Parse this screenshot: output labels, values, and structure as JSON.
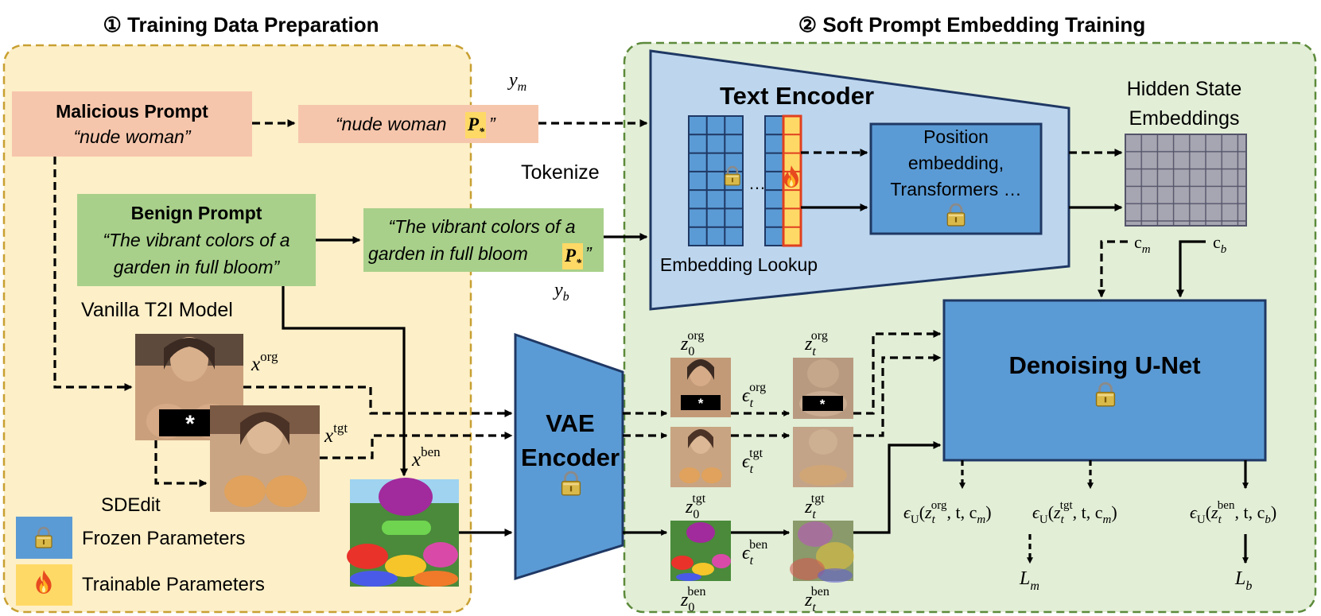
{
  "sections": {
    "left_title": "① Training Data Preparation",
    "right_title": "② Soft Prompt Embedding Training"
  },
  "prompts": {
    "malicious_title": "Malicious Prompt",
    "malicious_text": "“nude woman”",
    "malicious_soft": "“nude woman",
    "benign_title": "Benign Prompt",
    "benign_lines": [
      "“The vibrant colors of a",
      "garden in full bloom”"
    ],
    "benign_soft_lines": [
      "“The vibrant colors of a",
      "garden in full bloom"
    ],
    "soft_token": "P",
    "soft_token_sub": "*",
    "close_quote": "”"
  },
  "labels": {
    "tokenize": "Tokenize",
    "vanilla_model": "Vanilla T2I Model",
    "sdedit": "SDEdit",
    "text_encoder": "Text Encoder",
    "embedding_lookup": "Embedding Lookup",
    "ellipsis": "…",
    "position_lines": [
      "Position",
      "embedding,",
      "Transformers …"
    ],
    "hidden_state_lines": [
      "Hidden State",
      "Embeddings"
    ],
    "vae_lines": [
      "VAE",
      "Encoder"
    ],
    "unet": "Denoising U-Net",
    "censor_mark": "*"
  },
  "math": {
    "y_m": {
      "base": "y",
      "sub": "m"
    },
    "y_b": {
      "base": "y",
      "sub": "b"
    },
    "x_org": {
      "base": "x",
      "sup": "org"
    },
    "x_tgt": {
      "base": "x",
      "sup": "tgt"
    },
    "x_ben": {
      "base": "x",
      "sup": "ben"
    },
    "z0_org": {
      "base": "z",
      "sub": "0",
      "sup": "org"
    },
    "z0_tgt": {
      "base": "z",
      "sub": "0",
      "sup": "tgt"
    },
    "z0_ben": {
      "base": "z",
      "sub": "0",
      "sup": "ben"
    },
    "zt_org": {
      "base": "z",
      "sub": "t",
      "sup": "org"
    },
    "zt_tgt": {
      "base": "z",
      "sub": "t",
      "sup": "tgt"
    },
    "zt_ben": {
      "base": "z",
      "sub": "t",
      "sup": "ben"
    },
    "eps_org": {
      "base": "ϵ",
      "sub": "t",
      "sup": "org"
    },
    "eps_tgt": {
      "base": "ϵ",
      "sub": "t",
      "sup": "tgt"
    },
    "eps_ben": {
      "base": "ϵ",
      "sub": "t",
      "sup": "ben"
    },
    "c_m": {
      "base": "c",
      "sub": "m"
    },
    "c_b": {
      "base": "c",
      "sub": "b"
    },
    "out_org": {
      "head": "ϵ",
      "head_sub": "U",
      "open": "(",
      "z": "z",
      "z_sub": "t",
      "z_sup": "org",
      "rest": ", t, c",
      "rest_sub": "m",
      "close": ")"
    },
    "out_tgt": {
      "head": "ϵ",
      "head_sub": "U",
      "open": "(",
      "z": "z",
      "z_sub": "t",
      "z_sup": "tgt",
      "rest": ", t, c",
      "rest_sub": "m",
      "close": ")"
    },
    "out_ben": {
      "head": "ϵ",
      "head_sub": "U",
      "open": "(",
      "z": "z",
      "z_sub": "t",
      "z_sup": "ben",
      "rest": ", t, c",
      "rest_sub": "b",
      "close": ")"
    },
    "L_m": {
      "base": "L",
      "sub": "m"
    },
    "L_b": {
      "base": "L",
      "sub": "b"
    }
  },
  "legend": {
    "frozen": "Frozen Parameters",
    "trainable": "Trainable Parameters",
    "lock_icon": "lock-icon",
    "flame_icon": "flame-icon"
  },
  "colors": {
    "left_panel": "#fdefc8",
    "left_border": "#c8a032",
    "right_panel": "#e2eed6",
    "right_border": "#5c8a3a",
    "malicious": "#f6c6ac",
    "benign": "#a8d08a",
    "encoder_blue": "#bdd6ee",
    "module_blue": "#5b9bd5",
    "module_border": "#1f3864",
    "soft_token": "#ffd966",
    "trainable_red": "#e04020",
    "hidden_grid": "#a6a6b2"
  }
}
